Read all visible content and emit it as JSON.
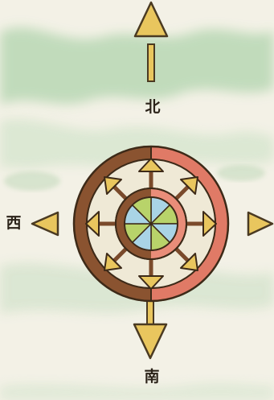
{
  "compass": {
    "labels": {
      "north": "北",
      "west": "西",
      "south": "南"
    },
    "colors": {
      "background": "#f3f1e6",
      "wash_green": "#b9d6b4",
      "arrow_fill": "#e9c65e",
      "arrow_stroke": "#4a3a22",
      "ring_brown": "#8a5330",
      "ring_red": "#e07a66",
      "ring_inner_red": "#e98d79",
      "hub_blue": "#a9d4e6",
      "hub_green": "#b8d36a"
    },
    "icons": [
      "north-arrow-icon",
      "south-arrow-icon",
      "east-arrow-icon",
      "west-arrow-icon",
      "compass-rose-icon"
    ]
  }
}
